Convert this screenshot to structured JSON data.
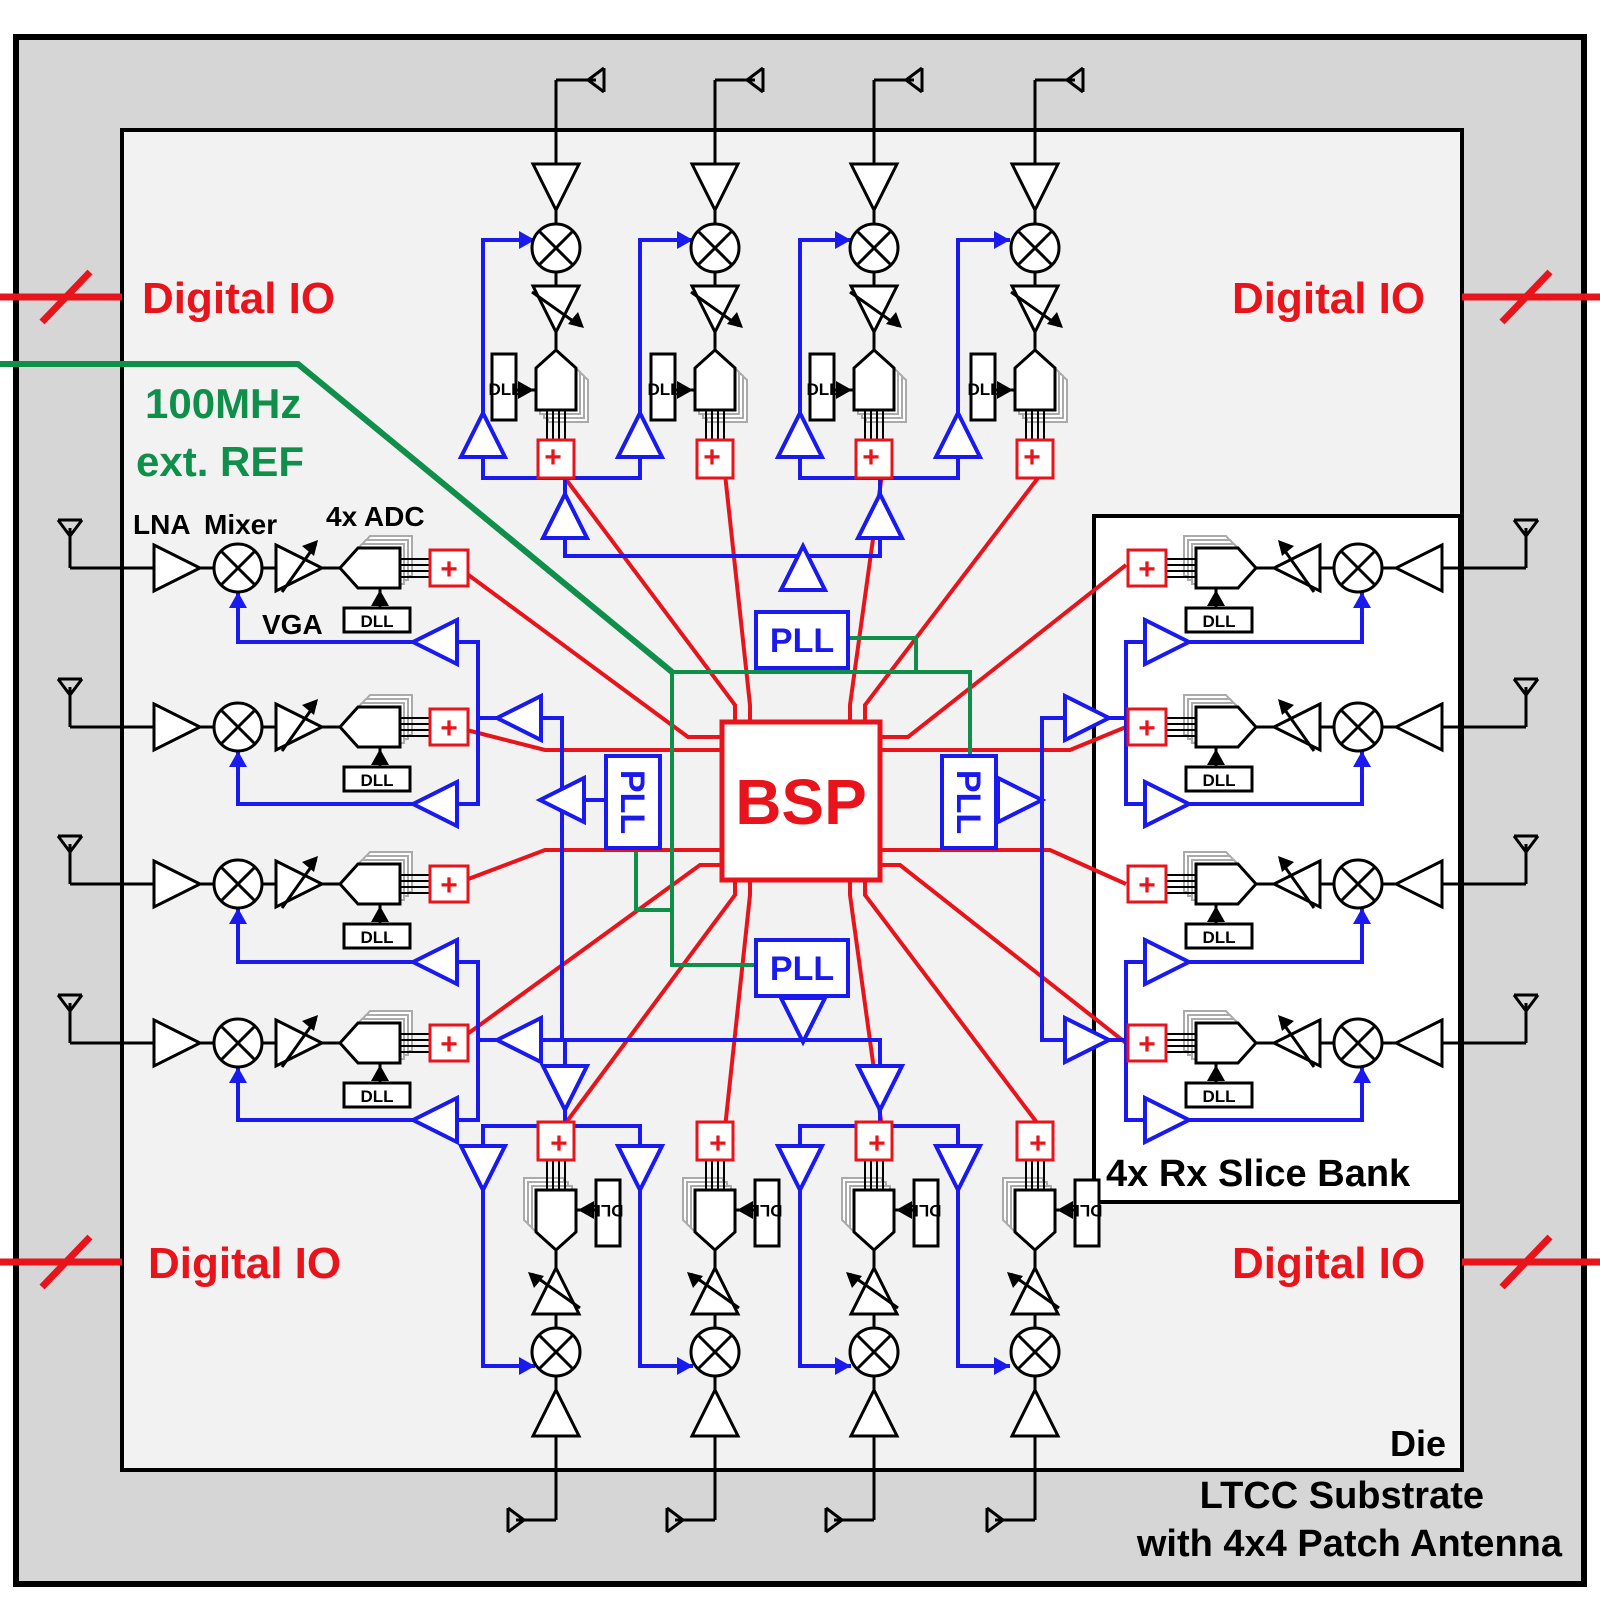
{
  "labels": {
    "digital_io_tl": "Digital IO",
    "digital_io_tr": "Digital IO",
    "digital_io_bl": "Digital IO",
    "digital_io_br": "Digital IO",
    "ref_line1": "100MHz",
    "ref_line2": "ext. REF",
    "lna": "LNA",
    "mixer": "Mixer",
    "adc": "4x ADC",
    "vga": "VGA",
    "bsp": "BSP",
    "pll": "PLL",
    "dll": "DLL",
    "plus": "+",
    "rx_bank": "4x Rx Slice Bank",
    "die": "Die",
    "substrate_line1": "LTCC Substrate",
    "substrate_line2": "with 4x4 Patch Antenna"
  },
  "colors": {
    "substrate": "#d6d6d6",
    "die": "#f2f2f2",
    "digital": "#e8141b",
    "clock": "#1a1aee",
    "reference": "#0f8f4a",
    "rf": "#000000"
  },
  "slices": {
    "per_side": 4,
    "sides": [
      "left",
      "right",
      "top",
      "bottom"
    ]
  }
}
